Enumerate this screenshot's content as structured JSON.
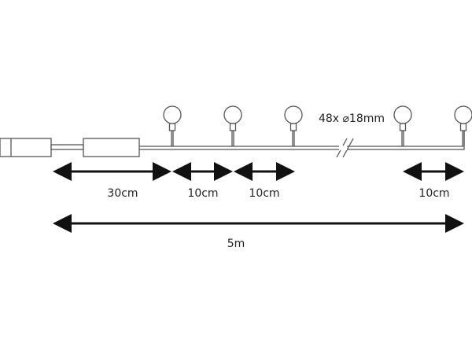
{
  "bulb_label": "48x ⌀18mm",
  "dimensions": {
    "lead": "30cm",
    "spacing_1": "10cm",
    "spacing_2": "10cm",
    "spacing_last": "10cm",
    "total": "5m"
  },
  "colors": {
    "line": "#555555",
    "arrow": "#111111"
  }
}
